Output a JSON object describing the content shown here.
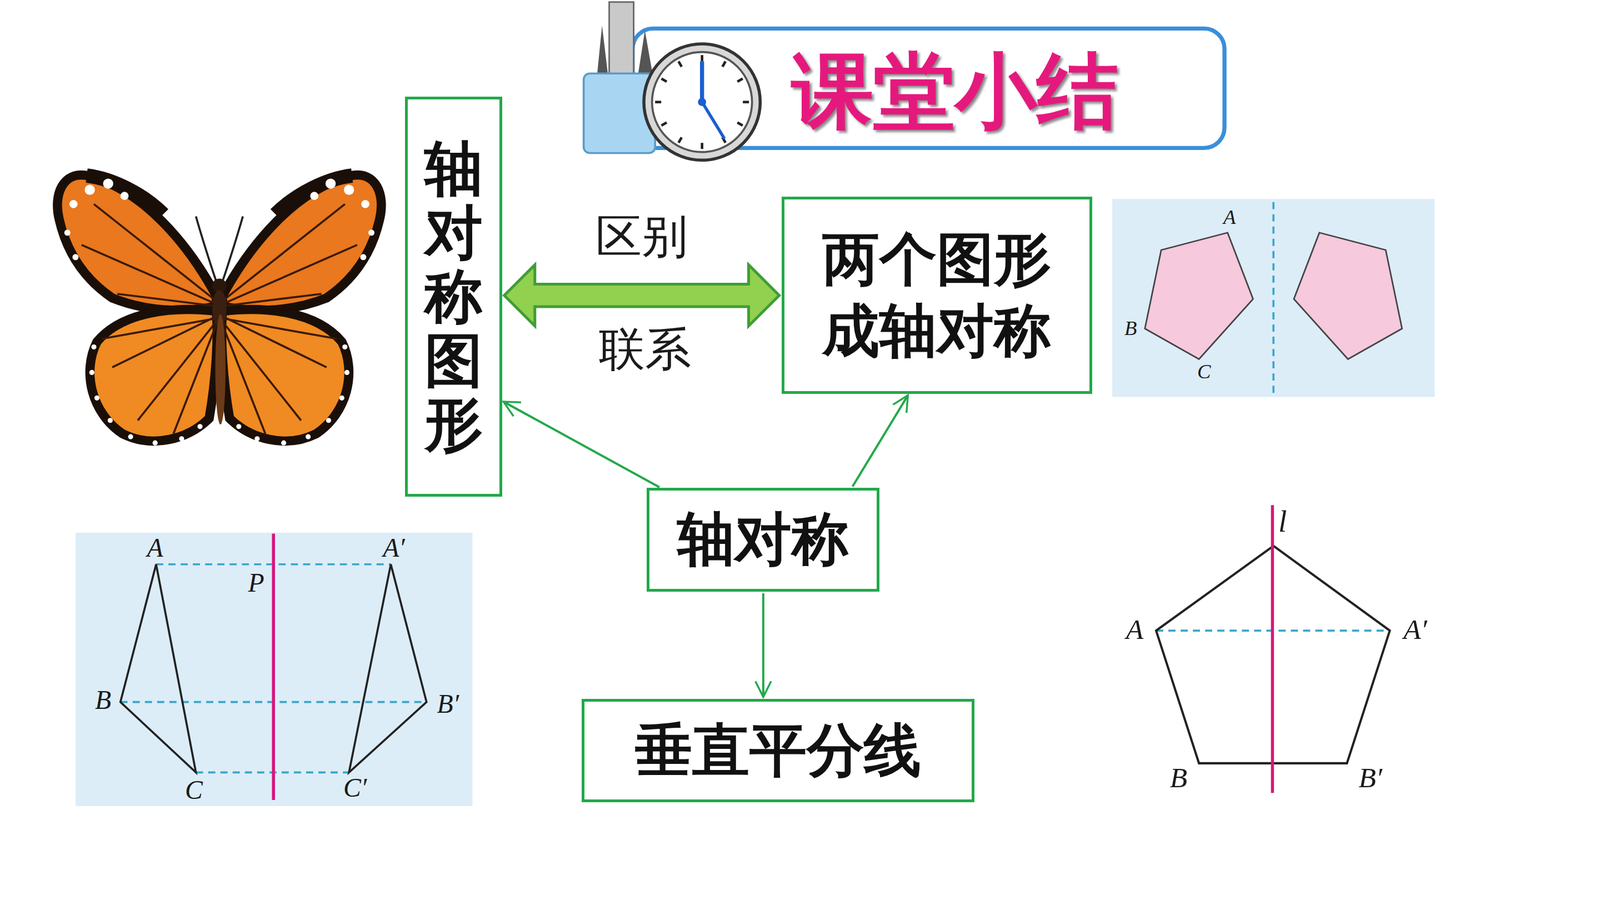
{
  "diagram": {
    "title": "课堂小结",
    "nodes": [
      {
        "text": [
          "轴对称图形"
        ]
      },
      {
        "text": [
          "两个图形成轴对称"
        ]
      },
      {
        "text": [
          "轴对称"
        ]
      },
      {
        "text": [
          "垂直平分线"
        ]
      }
    ],
    "edges": [
      {
        "from": 0,
        "to": 1,
        "arrow": "both",
        "label": "区别"
      },
      {
        "from": 2,
        "to": 0,
        "arrow": "to"
      },
      {
        "from": 2,
        "to": 1,
        "arrow": "to"
      },
      {
        "from": 2,
        "to": 3,
        "arrow": "to"
      }
    ],
    "labels": [
      "联系",
      "A",
      "B",
      "C",
      "A",
      "P",
      "A′",
      "B",
      "B′",
      "C",
      "C′",
      "l",
      "A",
      "A′",
      "B",
      "B′"
    ]
  }
}
